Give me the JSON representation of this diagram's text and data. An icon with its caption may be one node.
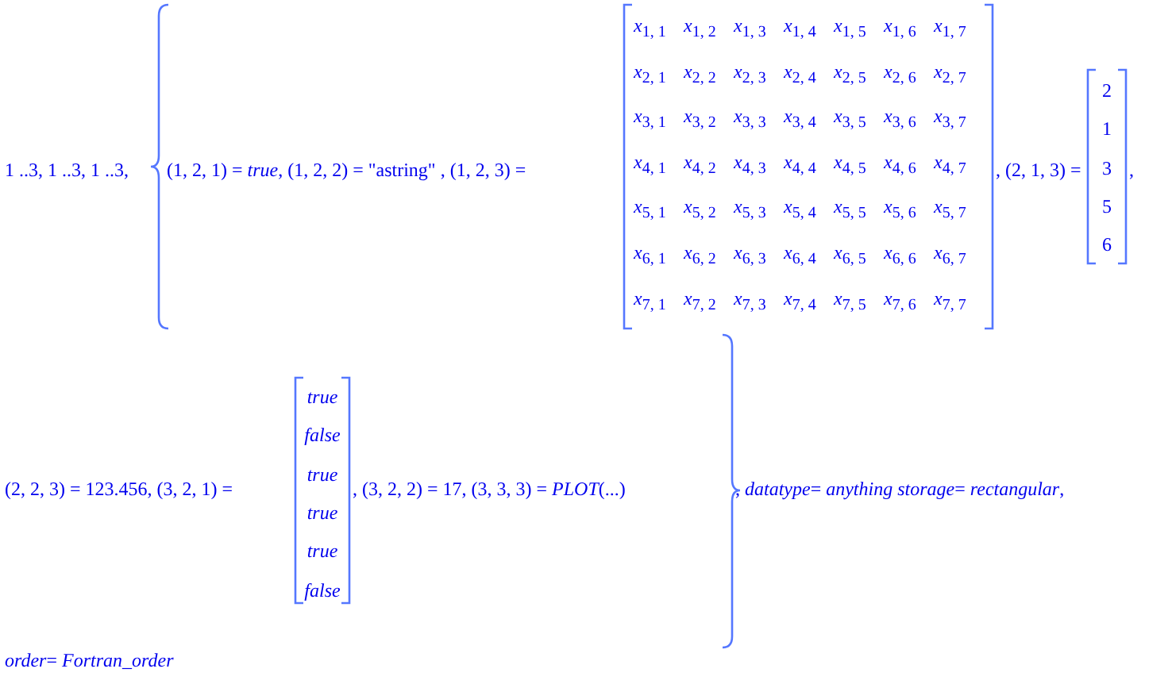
{
  "diagram": {
    "labels": [
      "1 ..3, 1 ..3, 1 ..3,",
      "(1, 2, 1) = *true*, (1, 2, 2) = \"astring\" , (1, 2, 3) =",
      "x$_{1, 1}$",
      "x$_{1, 2}$",
      "x$_{1, 3}$",
      "x$_{1, 4}$",
      "x$_{1, 5}$",
      "x$_{1, 6}$",
      "x$_{1, 7}$",
      "x$_{2, 1}$",
      "x$_{2, 2}$",
      "x$_{2, 3}$",
      "x$_{2, 4}$",
      "x$_{2, 5}$",
      "x$_{2, 6}$",
      "x$_{2, 7}$",
      "x$_{3, 1}$",
      "x$_{3, 2}$",
      "x$_{3, 3}$",
      "x$_{3, 4}$",
      "x$_{3, 5}$",
      "x$_{3, 6}$",
      "x$_{3, 7}$",
      "x$_{4, 1}$",
      "x$_{4, 2}$",
      "x$_{4, 3}$",
      "x$_{4, 4}$",
      "x$_{4, 5}$",
      "x$_{4, 6}$",
      "x$_{4, 7}$",
      "x$_{5, 1}$",
      "x$_{5, 2}$",
      "x$_{5, 3}$",
      "x$_{5, 4}$",
      "x$_{5, 5}$",
      "x$_{5, 6}$",
      "x$_{5, 7}$",
      "x$_{6, 1}$",
      "x$_{6, 2}$",
      "x$_{6, 3}$",
      "x$_{6, 4}$",
      "x$_{6, 5}$",
      "x$_{6, 6}$",
      "x$_{6, 7}$",
      "x$_{7, 1}$",
      "x$_{7, 2}$",
      "x$_{7, 3}$",
      "x$_{7, 4}$",
      "x$_{7, 5}$",
      "x$_{7, 6}$",
      "x$_{7, 7}$",
      ", (2, 1, 3) =",
      "2",
      "1",
      "3",
      "5",
      "6",
      ",",
      "(2, 2, 3) = 123.456, (3, 2, 1) =",
      "true",
      "false",
      "true",
      "true",
      "true",
      "false",
      ", (3, 2, 2) = 17, (3, 3, 3) = *PLOT*(...)",
      ", *datatype*= *anything* *storage*= *rectangular*,",
      "*order*= *Fortran_order*"
    ]
  }
}
